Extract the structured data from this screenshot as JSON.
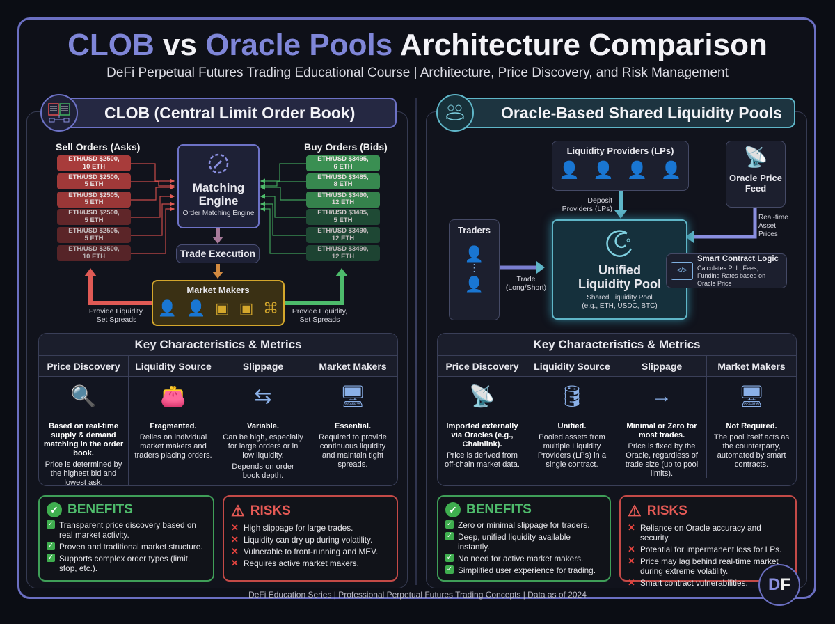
{
  "header": {
    "title_a": "CLOB",
    "title_b": " vs ",
    "title_c": "Oracle Pools",
    "title_d": " Architecture Comparison",
    "subtitle": "DeFi Perpetual Futures Trading Educational Course | Architecture, Price Discovery, and Risk Management"
  },
  "clob": {
    "heading": "CLOB (Central Limit Order Book)",
    "sell_label": "Sell Orders (Asks)",
    "buy_label": "Buy Orders (Bids)",
    "sell_orders": [
      [
        "ETH/USD $2500,",
        "10 ETH"
      ],
      [
        "ETH/USD $2500,",
        "5 ETH"
      ],
      [
        "ETH/USD $2505,",
        "5 ETH"
      ],
      [
        "ETH/USD $2500,",
        "5 ETH"
      ],
      [
        "ETH/USD $2505,",
        "5 ETH"
      ],
      [
        "ETH/USD $2500,",
        "10 ETH"
      ]
    ],
    "buy_orders": [
      [
        "ETH/USD $3495,",
        "6 ETH"
      ],
      [
        "ETH/USD $3485,",
        "8 ETH"
      ],
      [
        "ETH/USD $3490,",
        "12 ETH"
      ],
      [
        "ETH/USD $3495,",
        "5 ETH"
      ],
      [
        "ETH/USD $3490,",
        "12 ETH"
      ],
      [
        "ETH/USD $3490,",
        "12 ETH"
      ]
    ],
    "engine_title": "Matching Engine",
    "engine_sub": "Order Matching Engine",
    "execution": "Trade Execution",
    "market_makers": "Market Makers",
    "provide_left": "Provide Liquidity, Set Spreads",
    "provide_right": "Provide Liquidity, Set Spreads",
    "table": {
      "title": "Key Characteristics & Metrics",
      "columns": [
        {
          "head": "Price Discovery",
          "bold": "Based on real-time supply & demand matching in the order book.",
          "text": "Price is determined by the highest bid and lowest ask."
        },
        {
          "head": "Liquidity Source",
          "bold": "Fragmented.",
          "text": "Relies on individual market makers and traders placing orders."
        },
        {
          "head": "Slippage",
          "bold": "Variable.",
          "text": "Can be high, especially for large orders or in low liquidity.",
          "text2": "Depends on order book depth."
        },
        {
          "head": "Market Makers",
          "bold": "Essential.",
          "text": "Required to provide continuous liquidity and maintain tight spreads."
        }
      ]
    },
    "benefits_title": "BENEFITS",
    "benefits": [
      "Transparent price discovery based on real market activity.",
      "Proven and traditional market structure.",
      "Supports complex order types (limit, stop, etc.)."
    ],
    "risks_title": "RISKS",
    "risks": [
      "High slippage for large trades.",
      "Liquidity can dry up during volatility.",
      "Vulnerable to front-running and MEV.",
      "Requires active market makers."
    ]
  },
  "oracle": {
    "heading": "Oracle-Based Shared Liquidity Pools",
    "lps": "Liquidity Providers (LPs)",
    "deposit": "Deposit Providers (LPs)",
    "oracle_feed": "Oracle Price Feed",
    "realtime": "Real-time Asset Prices",
    "traders": "Traders",
    "trade": "Trade (Long/Short)",
    "pool_title": "Unified Liquidity Pool",
    "pool_sub": "Shared Liquidity Pool (e.g., ETH, USDC, BTC)",
    "smart_title": "Smart Contract Logic",
    "smart_text": "Calculates PnL, Fees, Funding Rates based on Oracle Price",
    "table": {
      "title": "Key Characteristics & Metrics",
      "columns": [
        {
          "head": "Price Discovery",
          "bold": "Imported externally via Oracles (e.g., Chainlink).",
          "text": "Price is derived from off-chain market data."
        },
        {
          "head": "Liquidity Source",
          "bold": "Unified.",
          "text": "Pooled assets from multiple Liquidity Providers (LPs) in a single contract."
        },
        {
          "head": "Slippage",
          "bold": "Minimal or Zero for most trades.",
          "text": "Price is fixed by the Oracle, regardless of trade size (up to pool limits)."
        },
        {
          "head": "Market Makers",
          "bold": "Not Required.",
          "text": "The pool itself acts as the counterparty, automated by smart contracts."
        }
      ]
    },
    "benefits_title": "BENEFITS",
    "benefits": [
      "Zero or minimal slippage for traders.",
      "Deep, unified liquidity available instantly.",
      "No need for active market makers.",
      "Simplified user experience for trading."
    ],
    "risks_title": "RISKS",
    "risks": [
      "Reliance on Oracle accuracy and security.",
      "Potential for impermanent loss for LPs.",
      "Price may lag behind real-time market during extreme volatility.",
      "Smart contract vulnerabilities."
    ]
  },
  "footer": "DeFi Education Series | Professional Perpetual Futures Trading Concepts | Data as of 2024",
  "logo_text": "DF",
  "colors": {
    "accent": "#7f86d8",
    "teal": "#5fb6c8",
    "green": "#3f9e58",
    "red": "#c44a47",
    "gold": "#d4a72c"
  }
}
